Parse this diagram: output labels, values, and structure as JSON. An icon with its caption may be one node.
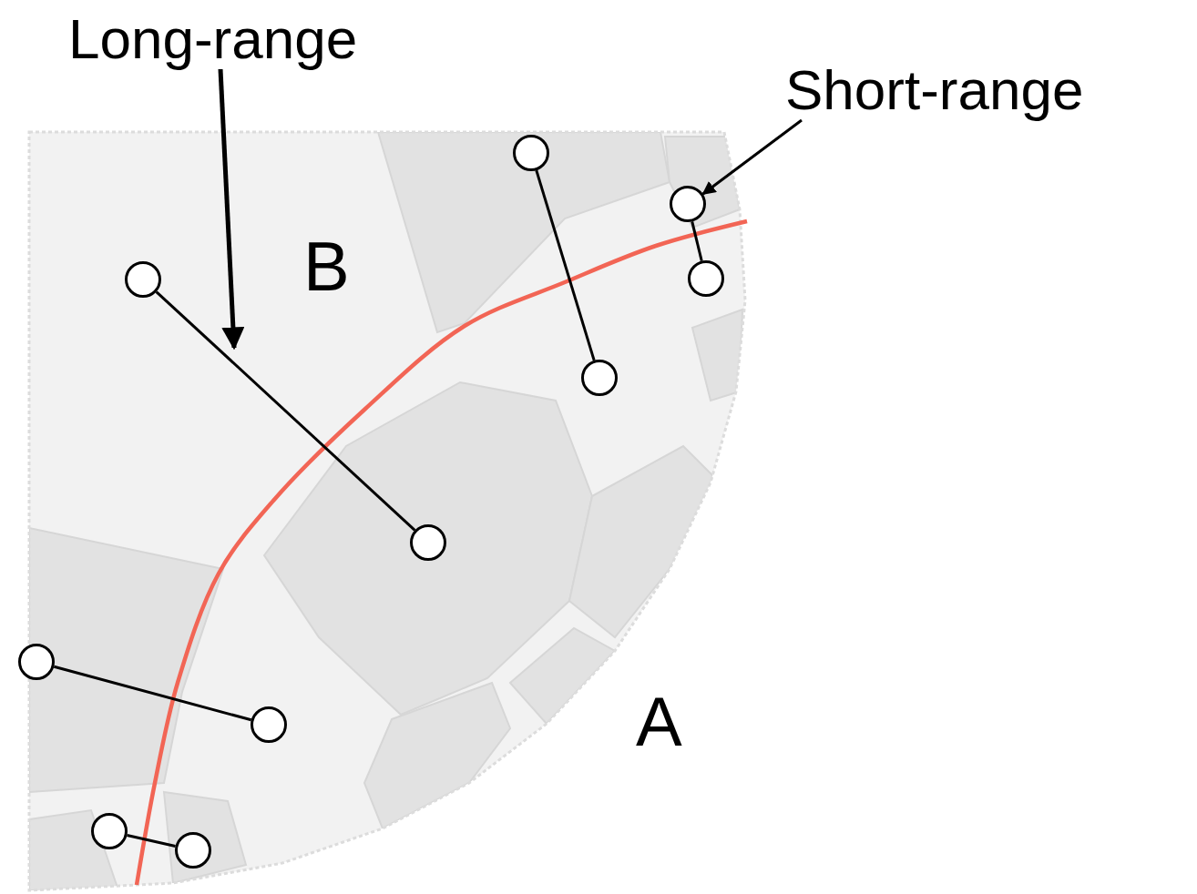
{
  "diagram": {
    "nodes": [
      {
        "text": [
          "Long-range"
        ]
      },
      {
        "text": [
          "Short-range"
        ]
      },
      {
        "text": [],
        "shape": "circle"
      },
      {
        "text": [],
        "shape": "circle"
      },
      {
        "text": [],
        "shape": "circle"
      },
      {
        "text": [],
        "shape": "circle"
      },
      {
        "text": [],
        "shape": "circle"
      },
      {
        "text": [],
        "shape": "circle"
      },
      {
        "text": [],
        "shape": "circle"
      },
      {
        "text": [],
        "shape": "circle"
      },
      {
        "text": [],
        "shape": "circle"
      },
      {
        "text": [],
        "shape": "circle"
      }
    ],
    "edges": [
      {
        "from": 0,
        "to": null,
        "arrow": "to"
      },
      {
        "from": 1,
        "to": 4,
        "arrow": "to"
      },
      {
        "from": 2,
        "to": 3,
        "arrow": "none"
      },
      {
        "from": 4,
        "to": 5,
        "arrow": "none"
      },
      {
        "from": 6,
        "to": 7,
        "arrow": "none"
      },
      {
        "from": 8,
        "to": 9,
        "arrow": "none"
      },
      {
        "from": 10,
        "to": 11,
        "arrow": "none"
      }
    ],
    "labels": [
      "B",
      "A"
    ]
  }
}
